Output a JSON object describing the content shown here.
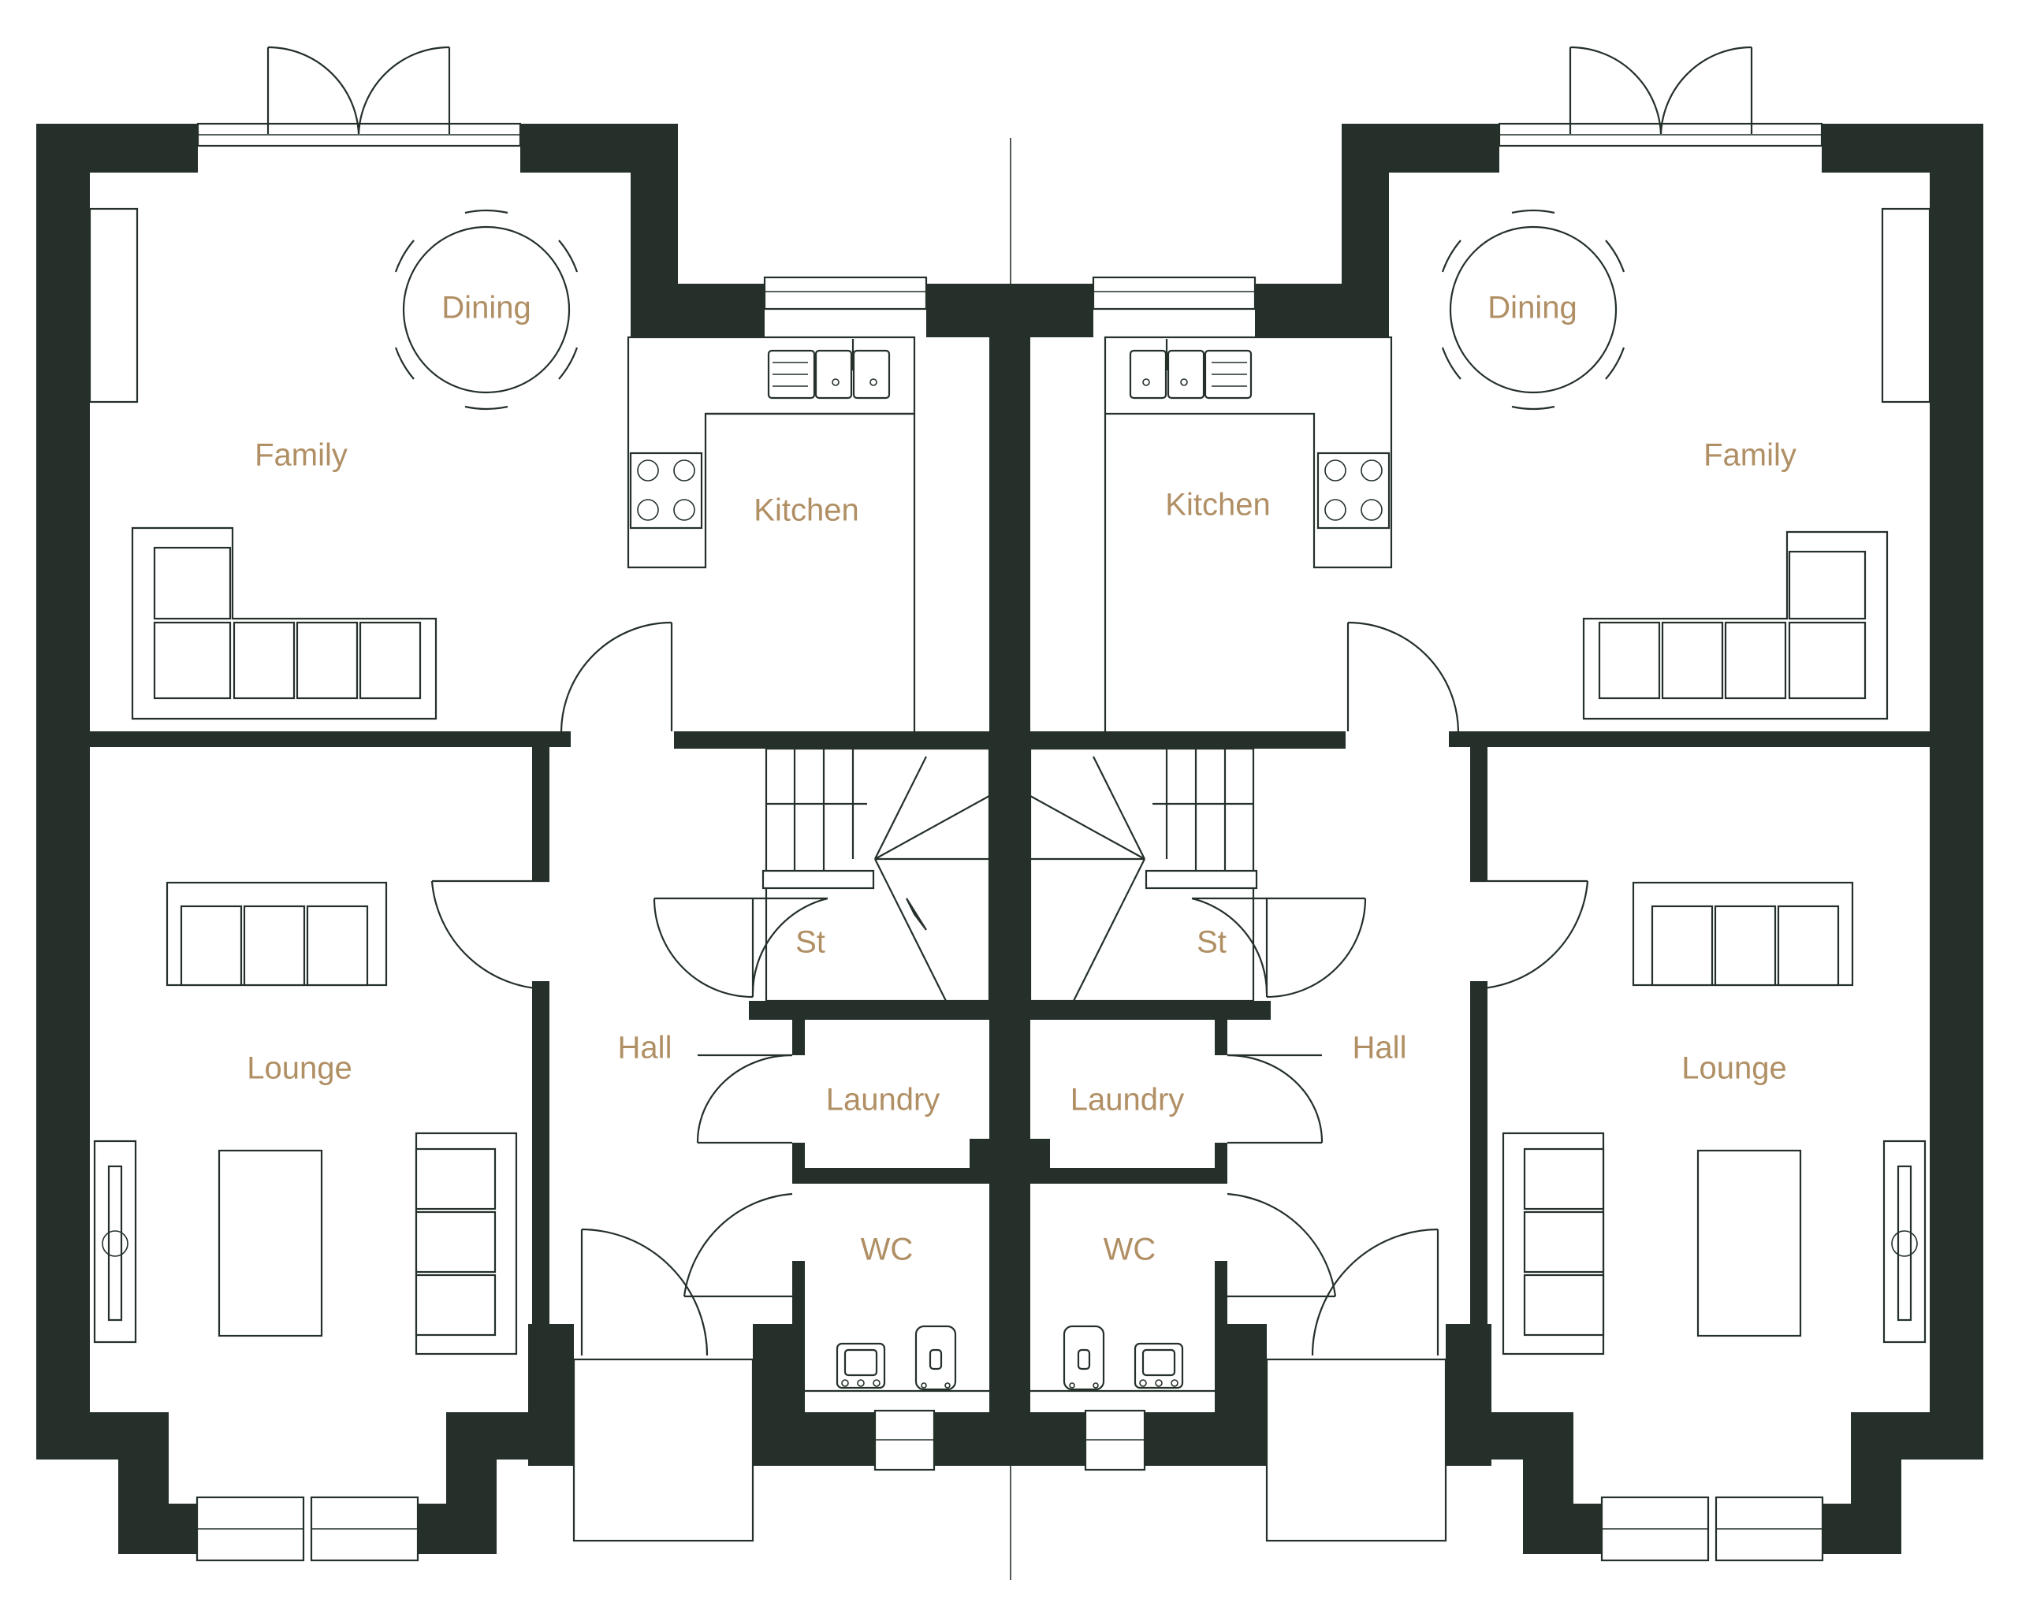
{
  "colors": {
    "wall": "#243029",
    "label": "#b08f64",
    "background": "#ffffff"
  },
  "rooms": {
    "left": {
      "family": "Family",
      "dining": "Dining",
      "kitchen": "Kitchen",
      "lounge": "Lounge",
      "hall": "Hall",
      "store": "St",
      "laundry": "Laundry",
      "wc": "WC"
    },
    "right": {
      "family": "Family",
      "dining": "Dining",
      "kitchen": "Kitchen",
      "lounge": "Lounge",
      "hall": "Hall",
      "store": "St",
      "laundry": "Laundry",
      "wc": "WC"
    }
  },
  "icons": [
    "door-swing-icon",
    "window-icon",
    "sofa-icon",
    "dining-table-icon",
    "sink-icon",
    "hob-icon",
    "toilet-icon",
    "basin-icon",
    "stairs-icon",
    "fireplace-icon"
  ]
}
